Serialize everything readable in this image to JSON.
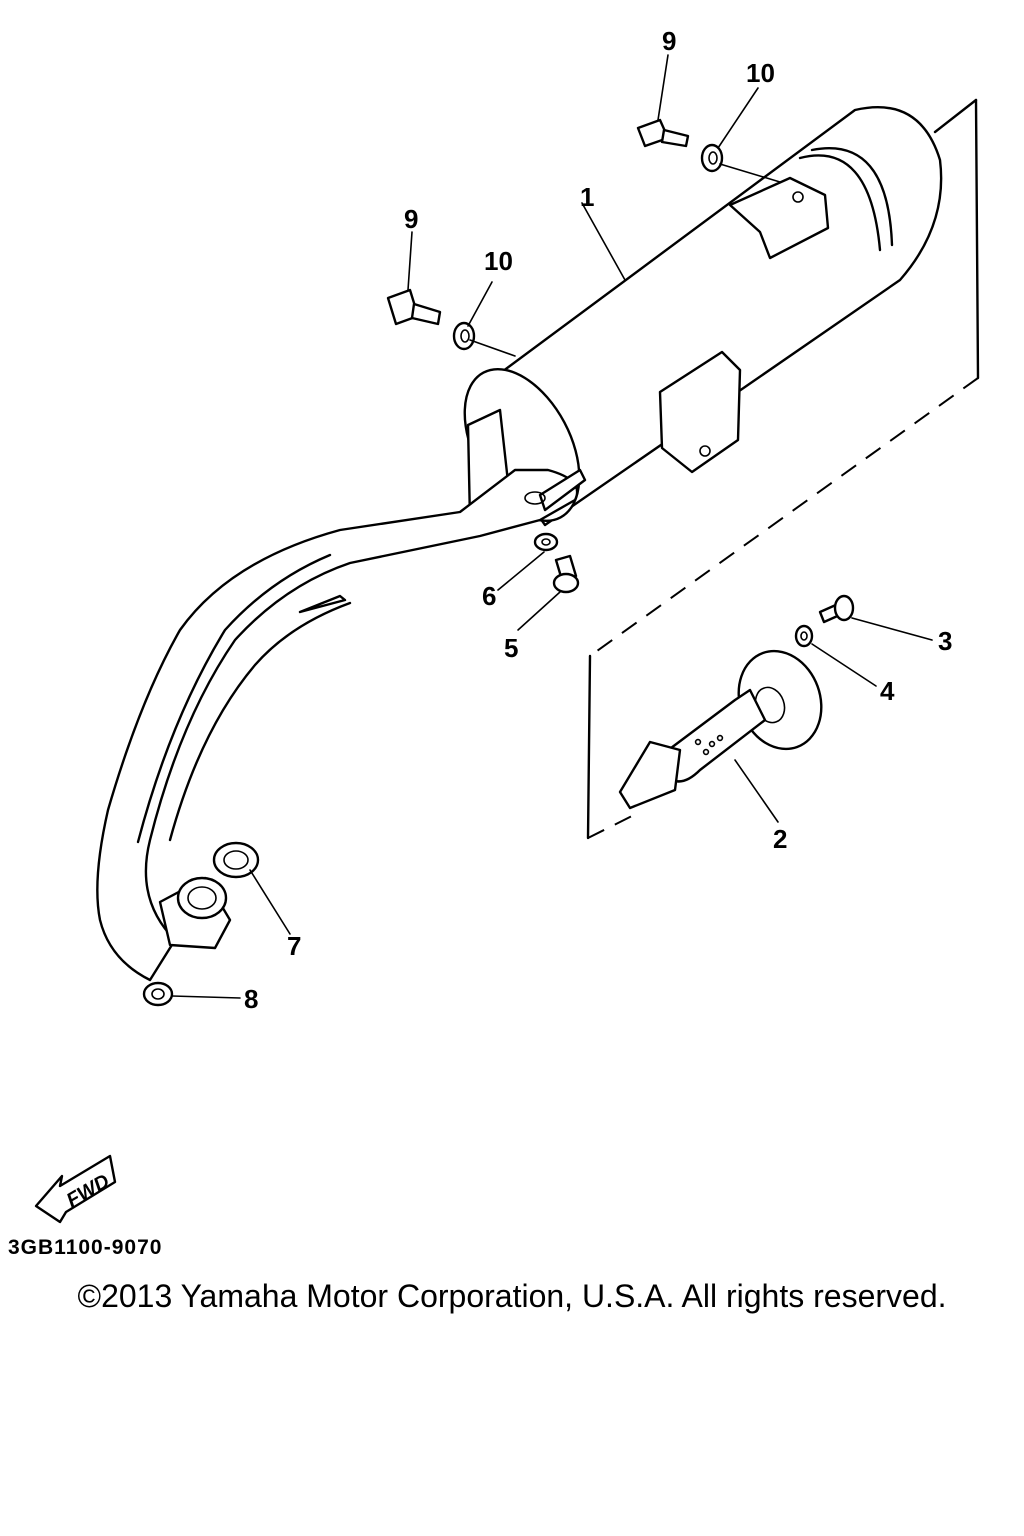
{
  "callouts": [
    {
      "id": "1",
      "text": "1"
    },
    {
      "id": "2",
      "text": "2"
    },
    {
      "id": "3",
      "text": "3"
    },
    {
      "id": "4",
      "text": "4"
    },
    {
      "id": "5",
      "text": "5"
    },
    {
      "id": "6",
      "text": "6"
    },
    {
      "id": "7",
      "text": "7"
    },
    {
      "id": "8",
      "text": "8"
    },
    {
      "id": "9a",
      "text": "9"
    },
    {
      "id": "9b",
      "text": "9"
    },
    {
      "id": "10a",
      "text": "10"
    },
    {
      "id": "10b",
      "text": "10"
    }
  ],
  "fwd_arrow": {
    "text": "FWD"
  },
  "diagram_code": "3GB1100-9070",
  "copyright": "©2013 Yamaha Motor Corporation, U.S.A. All rights reserved."
}
